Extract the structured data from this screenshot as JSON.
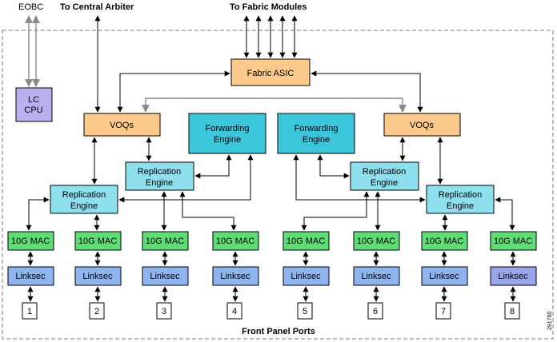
{
  "labels": {
    "eobc": "EOBC",
    "central_arbiter": "To Central Arbiter",
    "fabric_modules": "To Fabric Modules",
    "front_panel": "Front Panel Ports",
    "figure_id": "291760"
  },
  "blocks": {
    "fabric_asic": "Fabric ASIC",
    "lc_cpu": [
      "LC",
      "CPU"
    ],
    "voq_left": "VOQs",
    "voq_right": "VOQs",
    "fwd_left": [
      "Forwarding",
      "Engine"
    ],
    "fwd_right": [
      "Forwarding",
      "Engine"
    ],
    "rep1": [
      "Replication",
      "Engine"
    ],
    "rep2": [
      "Replication",
      "Engine"
    ],
    "rep3": [
      "Replication",
      "Engine"
    ],
    "rep4": [
      "Replication",
      "Engine"
    ]
  },
  "ports": [
    {
      "mac": "10G MAC",
      "linksec": "Linksec",
      "port": "1"
    },
    {
      "mac": "10G MAC",
      "linksec": "Linksec",
      "port": "2"
    },
    {
      "mac": "10G MAC",
      "linksec": "Linksec",
      "port": "3"
    },
    {
      "mac": "10G MAC",
      "linksec": "Linksec",
      "port": "4"
    },
    {
      "mac": "10G MAC",
      "linksec": "Linksec",
      "port": "5"
    },
    {
      "mac": "10G MAC",
      "linksec": "Linksec",
      "port": "6"
    },
    {
      "mac": "10G MAC",
      "linksec": "Linksec",
      "port": "7"
    },
    {
      "mac": "10G MAC",
      "linksec": "Linksec",
      "port": "8"
    }
  ],
  "colors": {
    "fabric": "#fbc98a",
    "voq": "#fbc98a",
    "forwarding": "#3cc6dc",
    "replication": "#8ee0ee",
    "mac": "#5fdc76",
    "linksec": "#8fb5f0",
    "linksec_alt": "#9aa5ec",
    "cpu": "#b9b0f0"
  }
}
